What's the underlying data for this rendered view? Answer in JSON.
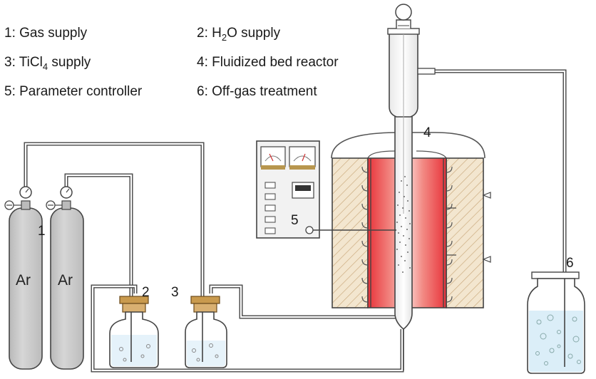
{
  "legend": {
    "item1": "1: Gas supply",
    "item2_prefix": "2: H",
    "item2_sub": "2",
    "item2_suffix": "O supply",
    "item3_prefix": "3: TiCl",
    "item3_sub": "4",
    "item3_suffix": " supply",
    "item4": "4: Fluidized bed reactor",
    "item5": "5: Parameter controller",
    "item6": "6: Off-gas treatment"
  },
  "labels": {
    "n1": "1",
    "n2": "2",
    "n3": "3",
    "n4": "4",
    "n5": "5",
    "n6": "6",
    "cylinder_gas_a": "Ar",
    "cylinder_gas_b": "Ar"
  },
  "colors": {
    "outline": "#444444",
    "cylinder": "#c9c9c9",
    "hatch_fill": "#f3e6cf",
    "hatch_line": "#c9a77a",
    "heater_core": "#e8333a",
    "heater_edge": "#f6a29c",
    "stopper": "#c99a4e",
    "liquid": "#cfe8f5",
    "panel": "#f2f2f2"
  }
}
